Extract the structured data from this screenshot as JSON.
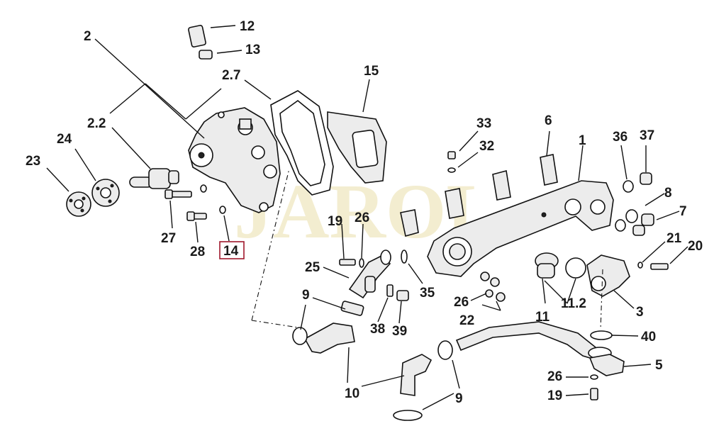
{
  "watermark": "JAROL",
  "labels": {
    "l1": "1",
    "l2": "2",
    "l2_2": "2.2",
    "l2_7": "2.7",
    "l3": "3",
    "l5": "5",
    "l6": "6",
    "l7": "7",
    "l8": "8",
    "l9a": "9",
    "l9b": "9",
    "l10": "10",
    "l11": "11",
    "l11_2": "11.2",
    "l12": "12",
    "l13": "13",
    "l14": "14",
    "l15": "15",
    "l19a": "19",
    "l19b": "19",
    "l20": "20",
    "l21": "21",
    "l22": "22",
    "l23": "23",
    "l24": "24",
    "l25": "25",
    "l26a": "26",
    "l26b": "26",
    "l26c": "26",
    "l27": "27",
    "l28": "28",
    "l32": "32",
    "l33": "33",
    "l35": "35",
    "l36": "36",
    "l37": "37",
    "l38": "38",
    "l39": "39",
    "l40": "40"
  },
  "highlighted_label": "14"
}
